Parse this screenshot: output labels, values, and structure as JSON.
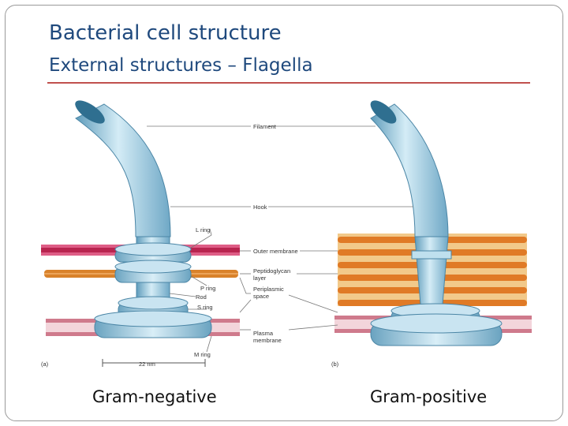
{
  "title": "Bacterial cell structure",
  "subtitle": "External structures – Flagella",
  "labels": {
    "filament": "Filament",
    "hook": "Hook",
    "l_ring": "L ring",
    "outer_membrane": "Outer membrane",
    "peptidoglycan": [
      "Peptidoglycan",
      "layer"
    ],
    "p_ring": "P ring",
    "rod": "Rod",
    "s_ring": "S ring",
    "periplasmic": [
      "Periplasmic",
      "space"
    ],
    "plasma": [
      "Plasma",
      "membrane"
    ],
    "m_ring": "M ring",
    "scale": "22 nm",
    "panel_a": "(a)",
    "panel_b": "(b)"
  },
  "captions": {
    "gram_negative": "Gram-negative",
    "gram_positive": "Gram-positive"
  },
  "colors": {
    "title": "#1f497d",
    "rule": "#c0504d",
    "outer_membrane": "#b8244f",
    "peptidoglycan": "#d9822b",
    "plasma_membrane": "#cf7a8c",
    "flagellum": "#8ec3dc"
  }
}
